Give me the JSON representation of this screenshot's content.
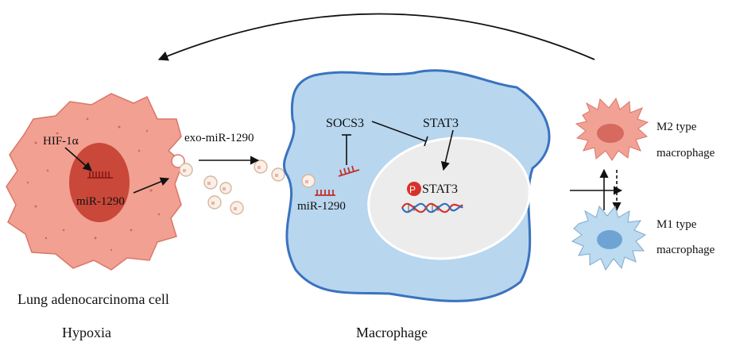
{
  "labels": {
    "hif": "HIF-1α",
    "mir_tumor": "miR-1290",
    "exo": "exo-miR-1290",
    "socs3": "SOCS3",
    "stat3": "STAT3",
    "p": "P",
    "pstat3": "STAT3",
    "mir_mac": "miR-1290",
    "m2_line1": "M2 type",
    "m2_line2": "macrophage",
    "m1_line1": "M1 type",
    "m1_line2": "macrophage",
    "tumor_cell": "Lung adenocarcinoma cell",
    "hypoxia": "Hypoxia",
    "macrophage": "Macrophage"
  },
  "colors": {
    "tumor_fill": "#f2a091",
    "tumor_nucleus": "#c9483a",
    "mirna": "#c0302a",
    "macrophage_fill": "#b8d6ee",
    "macrophage_stroke": "#3a73bf",
    "nucleus_fill": "#ececec",
    "m2_fill": "#f2a195",
    "m2_nucleus": "#d66a5e",
    "m1_fill": "#bcdaf0",
    "m1_nucleus": "#6fa3d4",
    "phospho": "#d6322b",
    "dna_red": "#d6322b",
    "dna_blue": "#2f6fc4"
  }
}
